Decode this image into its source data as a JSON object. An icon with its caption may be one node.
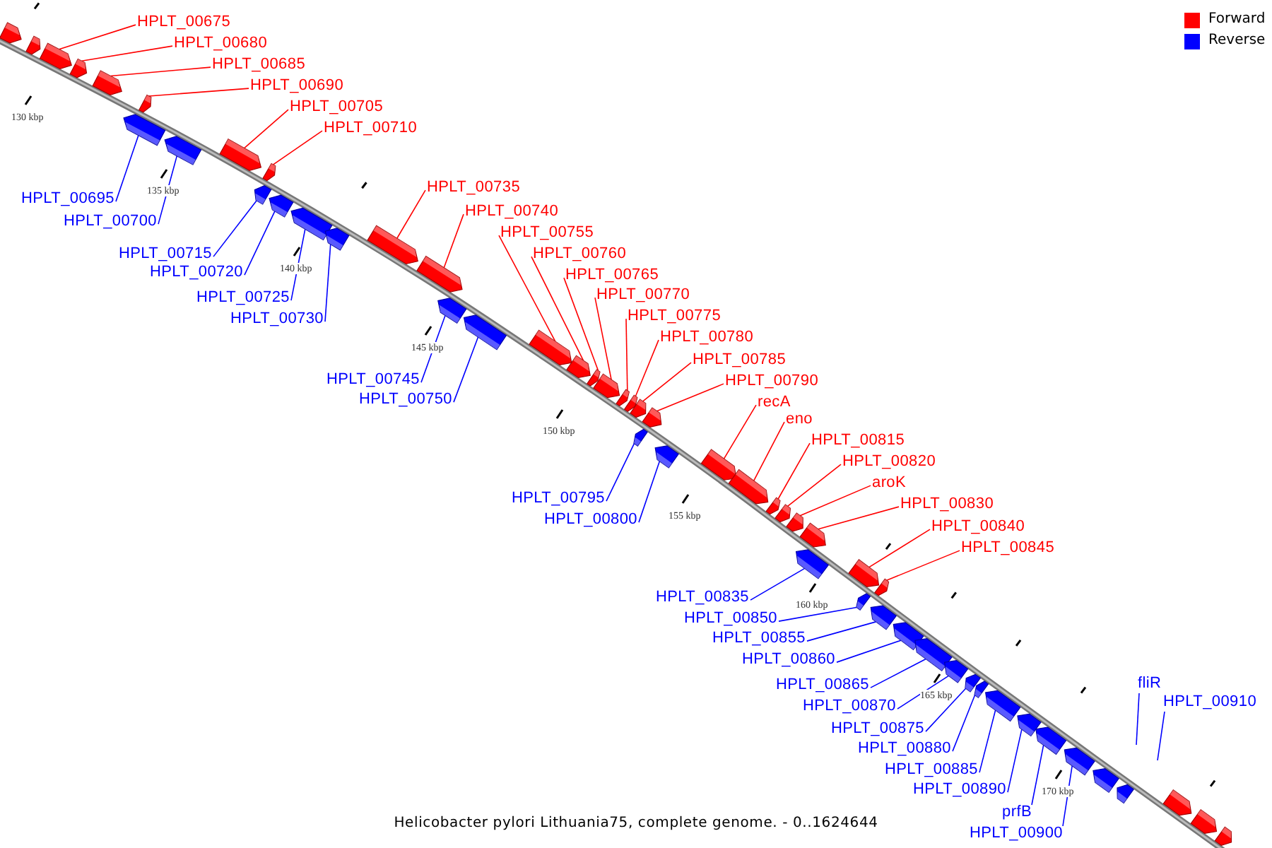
{
  "diagram": {
    "caption": "Helicobacter pylori Lithuania75, complete genome. - 0..1624644",
    "nodes": [
      {
        "text": [
          "HPLT_00675"
        ]
      },
      {
        "text": [
          "HPLT_00680"
        ]
      },
      {
        "text": [
          "HPLT_00685"
        ]
      },
      {
        "text": [
          "HPLT_00690"
        ]
      },
      {
        "text": [
          "HPLT_00705"
        ]
      },
      {
        "text": [
          "HPLT_00710"
        ]
      },
      {
        "text": [
          "HPLT_00735"
        ]
      },
      {
        "text": [
          "HPLT_00695"
        ]
      },
      {
        "text": [
          "HPLT_00740"
        ]
      },
      {
        "text": [
          "HPLT_00700"
        ]
      },
      {
        "text": [
          "HPLT_00755"
        ]
      },
      {
        "text": [
          "HPLT_00715"
        ]
      },
      {
        "text": [
          "HPLT_00760"
        ]
      },
      {
        "text": [
          "HPLT_00720"
        ]
      },
      {
        "text": [
          "HPLT_00765"
        ]
      },
      {
        "text": [
          "HPLT_00770"
        ]
      },
      {
        "text": [
          "HPLT_00725"
        ]
      },
      {
        "text": [
          "HPLT_00775"
        ]
      },
      {
        "text": [
          "HPLT_00730"
        ]
      },
      {
        "text": [
          "HPLT_00780"
        ]
      },
      {
        "text": [
          "HPLT_00785"
        ]
      },
      {
        "text": [
          "HPLT_00745"
        ]
      },
      {
        "text": [
          "HPLT_00790"
        ]
      },
      {
        "text": [
          "HPLT_00750"
        ]
      },
      {
        "text": [
          "recA"
        ]
      },
      {
        "text": [
          "eno"
        ]
      },
      {
        "text": [
          "HPLT_00815"
        ]
      },
      {
        "text": [
          "HPLT_00820"
        ]
      },
      {
        "text": [
          "aroK"
        ]
      },
      {
        "text": [
          "HPLT_00795"
        ]
      },
      {
        "text": [
          "HPLT_00830"
        ]
      },
      {
        "text": [
          "HPLT_00800"
        ]
      },
      {
        "text": [
          "HPLT_00840"
        ]
      },
      {
        "text": [
          "HPLT_00845"
        ]
      },
      {
        "text": [
          "HPLT_00835"
        ]
      },
      {
        "text": [
          "HPLT_00850"
        ]
      },
      {
        "text": [
          "HPLT_00855"
        ]
      },
      {
        "text": [
          "HPLT_00860"
        ]
      },
      {
        "text": [
          "fliR"
        ]
      },
      {
        "text": [
          "HPLT_00865"
        ]
      },
      {
        "text": [
          "HPLT_00910"
        ]
      },
      {
        "text": [
          "HPLT_00870"
        ]
      },
      {
        "text": [
          "HPLT_00875"
        ]
      },
      {
        "text": [
          "HPLT_00880"
        ]
      },
      {
        "text": [
          "HPLT_00885"
        ]
      },
      {
        "text": [
          "HPLT_00890"
        ]
      },
      {
        "text": [
          "prfB"
        ]
      },
      {
        "text": [
          "HPLT_00900"
        ]
      },
      {
        "text": [],
        "shape": "bar"
      },
      {
        "text": [],
        "shape": "bar"
      },
      {
        "text": [],
        "shape": "bar"
      },
      {
        "text": [],
        "shape": "bar"
      },
      {
        "text": [],
        "shape": "bar"
      },
      {
        "text": [],
        "shape": "bar"
      },
      {
        "text": [],
        "shape": "bar"
      },
      {
        "text": [],
        "shape": "bar"
      },
      {
        "text": [],
        "shape": "bar"
      },
      {
        "text": [],
        "shape": "bar"
      },
      {
        "text": [],
        "shape": "bar"
      },
      {
        "text": [],
        "shape": "bar"
      },
      {
        "text": [],
        "shape": "bar"
      },
      {
        "text": [],
        "shape": "bar"
      },
      {
        "text": [],
        "shape": "bar"
      },
      {
        "text": [],
        "shape": "bar"
      },
      {
        "text": [],
        "shape": "bar"
      },
      {
        "text": [],
        "shape": "bar"
      },
      {
        "text": [],
        "shape": "bar"
      },
      {
        "text": [],
        "shape": "bar"
      },
      {
        "text": [],
        "shape": "bar"
      },
      {
        "text": [],
        "shape": "bar"
      },
      {
        "text": [],
        "shape": "bar"
      },
      {
        "text": [],
        "shape": "bar"
      },
      {
        "text": [],
        "shape": "bar"
      },
      {
        "text": [],
        "shape": "bar"
      },
      {
        "text": [],
        "shape": "bar"
      },
      {
        "text": [],
        "shape": "bar"
      },
      {
        "text": [],
        "shape": "bar"
      },
      {
        "text": [],
        "shape": "bar"
      },
      {
        "text": [],
        "shape": "bar"
      },
      {
        "text": [],
        "shape": "bar"
      },
      {
        "text": [],
        "shape": "bar"
      },
      {
        "text": [],
        "shape": "bar"
      },
      {
        "text": [],
        "shape": "bar"
      },
      {
        "text": [],
        "shape": "bar"
      },
      {
        "text": [],
        "shape": "bar"
      },
      {
        "text": [],
        "shape": "bar"
      },
      {
        "text": [],
        "shape": "bar"
      },
      {
        "text": [],
        "shape": "bar"
      },
      {
        "text": [],
        "shape": "bar"
      },
      {
        "text": [],
        "shape": "bar"
      },
      {
        "text": [],
        "shape": "bar"
      },
      {
        "text": [],
        "shape": "bar"
      },
      {
        "text": [],
        "shape": "bar"
      },
      {
        "text": [],
        "shape": "bar"
      },
      {
        "text": [],
        "shape": "bar"
      },
      {
        "text": [],
        "shape": "bar"
      },
      {
        "text": [],
        "shape": "bar"
      },
      {
        "text": [],
        "shape": "bar"
      },
      {
        "text": [],
        "shape": "bar"
      },
      {
        "text": [],
        "shape": "bar"
      },
      {
        "text": [],
        "shape": "bar"
      }
    ],
    "edges": [
      {
        "from": 0,
        "to": 48,
        "arrow": "none",
        "color": "#ff0000"
      },
      {
        "from": 1,
        "to": 49,
        "arrow": "none",
        "color": "#ff0000"
      },
      {
        "from": 2,
        "to": 50,
        "arrow": "none",
        "color": "#ff0000"
      },
      {
        "from": 3,
        "to": 51,
        "arrow": "none",
        "color": "#ff0000"
      },
      {
        "from": 4,
        "to": 52,
        "arrow": "none",
        "color": "#ff0000"
      },
      {
        "from": 5,
        "to": 53,
        "arrow": "none",
        "color": "#ff0000"
      },
      {
        "from": 6,
        "to": 54,
        "arrow": "none",
        "color": "#ff0000"
      },
      {
        "from": 7,
        "to": 55,
        "arrow": "none",
        "color": "#0000ff"
      },
      {
        "from": 8,
        "to": 56,
        "arrow": "none",
        "color": "#ff0000"
      },
      {
        "from": 9,
        "to": 57,
        "arrow": "none",
        "color": "#0000ff"
      },
      {
        "from": 10,
        "to": 58,
        "arrow": "none",
        "color": "#ff0000"
      },
      {
        "from": 11,
        "to": 59,
        "arrow": "none",
        "color": "#0000ff"
      },
      {
        "from": 12,
        "to": 60,
        "arrow": "none",
        "color": "#ff0000"
      },
      {
        "from": 13,
        "to": 61,
        "arrow": "none",
        "color": "#0000ff"
      },
      {
        "from": 14,
        "to": 62,
        "arrow": "none",
        "color": "#ff0000"
      },
      {
        "from": 15,
        "to": 63,
        "arrow": "none",
        "color": "#ff0000"
      },
      {
        "from": 16,
        "to": 64,
        "arrow": "none",
        "color": "#0000ff"
      },
      {
        "from": 17,
        "to": 65,
        "arrow": "none",
        "color": "#ff0000"
      },
      {
        "from": 18,
        "to": 66,
        "arrow": "none",
        "color": "#0000ff"
      },
      {
        "from": 19,
        "to": 67,
        "arrow": "none",
        "color": "#ff0000"
      },
      {
        "from": 20,
        "to": 68,
        "arrow": "none",
        "color": "#ff0000"
      },
      {
        "from": 21,
        "to": 69,
        "arrow": "none",
        "color": "#0000ff"
      },
      {
        "from": 22,
        "to": 70,
        "arrow": "none",
        "color": "#ff0000"
      },
      {
        "from": 23,
        "to": 71,
        "arrow": "none",
        "color": "#0000ff"
      },
      {
        "from": 24,
        "to": 72,
        "arrow": "none",
        "color": "#ff0000"
      },
      {
        "from": 25,
        "to": 73,
        "arrow": "none",
        "color": "#ff0000"
      },
      {
        "from": 26,
        "to": 74,
        "arrow": "none",
        "color": "#ff0000"
      },
      {
        "from": 27,
        "to": 75,
        "arrow": "none",
        "color": "#ff0000"
      },
      {
        "from": 28,
        "to": 76,
        "arrow": "none",
        "color": "#ff0000"
      },
      {
        "from": 29,
        "to": 77,
        "arrow": "none",
        "color": "#0000ff"
      },
      {
        "from": 30,
        "to": 78,
        "arrow": "none",
        "color": "#ff0000"
      },
      {
        "from": 31,
        "to": 79,
        "arrow": "none",
        "color": "#0000ff"
      },
      {
        "from": 32,
        "to": 80,
        "arrow": "none",
        "color": "#ff0000"
      },
      {
        "from": 33,
        "to": 81,
        "arrow": "none",
        "color": "#ff0000"
      },
      {
        "from": 34,
        "to": 82,
        "arrow": "none",
        "color": "#0000ff"
      },
      {
        "from": 35,
        "to": 83,
        "arrow": "none",
        "color": "#0000ff"
      },
      {
        "from": 36,
        "to": 84,
        "arrow": "none",
        "color": "#0000ff"
      },
      {
        "from": 37,
        "to": 85,
        "arrow": "none",
        "color": "#0000ff"
      },
      {
        "from": 38,
        "to": null,
        "arrow": "none",
        "color": "#0000ff"
      },
      {
        "from": 39,
        "to": 86,
        "arrow": "none",
        "color": "#0000ff"
      },
      {
        "from": 40,
        "to": null,
        "arrow": "none",
        "color": "#0000ff"
      },
      {
        "from": 41,
        "to": 87,
        "arrow": "none",
        "color": "#0000ff"
      },
      {
        "from": 42,
        "to": 88,
        "arrow": "none",
        "color": "#0000ff"
      },
      {
        "from": 43,
        "to": 89,
        "arrow": "none",
        "color": "#0000ff"
      },
      {
        "from": 44,
        "to": 90,
        "arrow": "none",
        "color": "#0000ff"
      },
      {
        "from": 45,
        "to": 91,
        "arrow": "none",
        "color": "#0000ff"
      },
      {
        "from": 46,
        "to": 92,
        "arrow": "none",
        "color": "#0000ff"
      },
      {
        "from": 47,
        "to": 93,
        "arrow": "none",
        "color": "#0000ff"
      }
    ],
    "labels": [
      "130 kbp",
      "135 kbp",
      "140 kbp",
      "145 kbp",
      "150 kbp",
      "155 kbp",
      "160 kbp",
      "165 kbp",
      "170 kbp"
    ],
    "legend": [
      {
        "text": "Forward",
        "color": "#ff0000"
      },
      {
        "text": "Reverse",
        "color": "#0000ff"
      }
    ]
  }
}
